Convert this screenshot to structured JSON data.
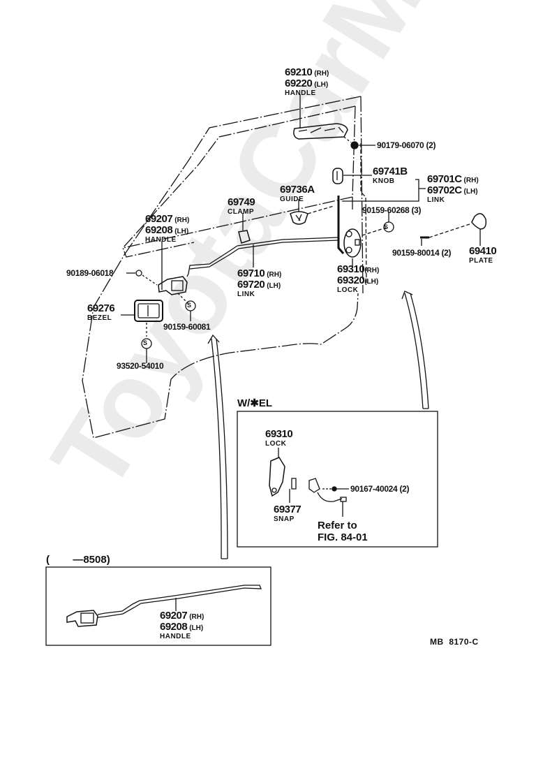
{
  "watermark": "ToyotaCarMe.ru",
  "figure_code": "MB  8170-C",
  "callouts": {
    "outer_handle": {
      "lines": [
        {
          "num": "69210",
          "side": "(RH)"
        },
        {
          "num": "69220",
          "side": "(LH)"
        }
      ],
      "name": "HANDLE"
    },
    "screw_90179": {
      "part": "90179-06070 (2)"
    },
    "knob": {
      "num": "69741B",
      "name": "KNOB"
    },
    "lock_link": {
      "lines": [
        {
          "num": "69701C",
          "side": "(RH)"
        },
        {
          "num": "69702C",
          "side": "(LH)"
        }
      ],
      "name": "LINK"
    },
    "guide": {
      "num": "69736A",
      "name": "GUIDE"
    },
    "clamp": {
      "num": "69749",
      "name": "CLAMP"
    },
    "inner_handle": {
      "lines": [
        {
          "num": "69207",
          "side": "(RH)"
        },
        {
          "num": "69208",
          "side": "(LH)"
        }
      ],
      "name": "HANDLE"
    },
    "screw_90159_60268": {
      "part": "90159-60268 (3)"
    },
    "screw_90159_80014": {
      "part": "90159-80014 (2)"
    },
    "plate": {
      "num": "69410",
      "name": "PLATE"
    },
    "screw_90189": {
      "part": "90189-06018"
    },
    "handle_link": {
      "lines": [
        {
          "num": "69710",
          "side": "(RH)"
        },
        {
          "num": "69720",
          "side": "(LH)"
        }
      ],
      "name": "LINK"
    },
    "door_lock": {
      "lines": [
        {
          "num": "69310",
          "side": "(RH)"
        },
        {
          "num": "69320",
          "side": "(LH)"
        }
      ],
      "name": "LOCK"
    },
    "bezel": {
      "num": "69276",
      "name": "BEZEL"
    },
    "screw_90159_60081": {
      "part": "90159-60081"
    },
    "screw_93520": {
      "part": "93520-54010"
    },
    "screw_symbol": "S"
  },
  "inset_el": {
    "title": "W/✱EL",
    "lock": {
      "num": "69310",
      "name": "LOCK"
    },
    "snap": {
      "num": "69377",
      "name": "SNAP"
    },
    "screw": {
      "part": "90167-40024 (2)"
    },
    "refer_line1": "Refer to",
    "refer_line2": "FIG. 84-01"
  },
  "inset_8508": {
    "title": "(        —8508)",
    "handle": {
      "lines": [
        {
          "num": "69207",
          "side": "(RH)"
        },
        {
          "num": "69208",
          "side": "(LH)"
        }
      ],
      "name": "HANDLE"
    }
  }
}
